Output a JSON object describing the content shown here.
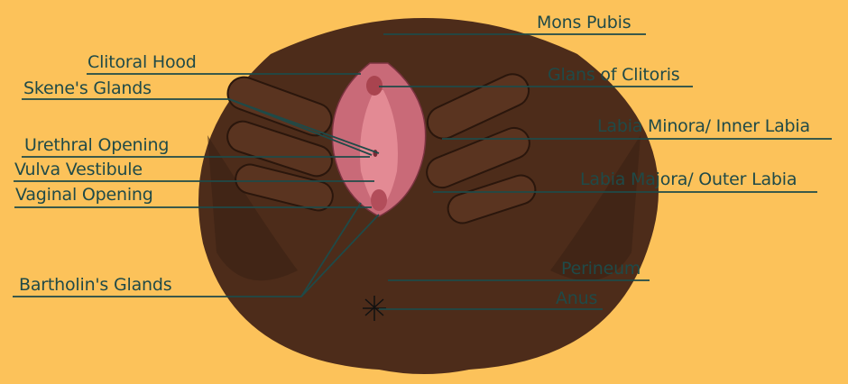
{
  "diagram": {
    "background_color": "#fcc25a",
    "label_color": "#1f4a48",
    "left_labels": [
      {
        "text": "Clitoral Hood"
      },
      {
        "text": "Skene's Glands"
      },
      {
        "text": "Urethral  Opening"
      },
      {
        "text": "Vulva Vestibule"
      },
      {
        "text": "Vaginal Opening"
      },
      {
        "text": "Bartholin's Glands"
      }
    ],
    "right_labels": [
      {
        "text": "Mons Pubis"
      },
      {
        "text": "Glans of Clitoris"
      },
      {
        "text": "Labia Minora/ Inner Labia"
      },
      {
        "text": "Labia Majora/ Outer Labia"
      },
      {
        "text": "Perineum"
      },
      {
        "text": "Anus"
      }
    ]
  }
}
